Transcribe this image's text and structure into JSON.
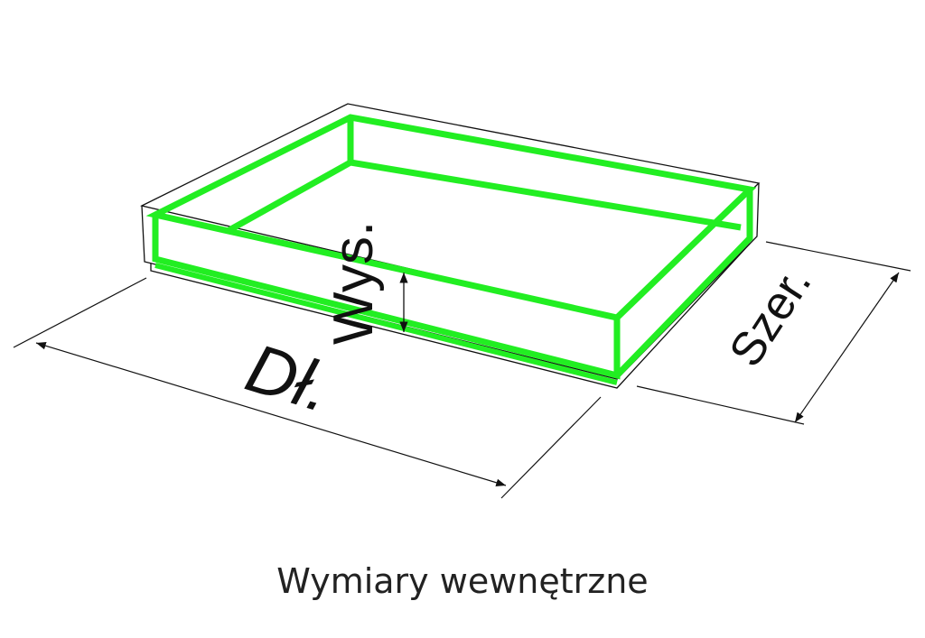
{
  "labels": {
    "length": "Dł.",
    "width": "Szer.",
    "height": "Wys."
  },
  "caption": "Wymiary wewnętrzne",
  "colors": {
    "inner_outline": "#22ee22",
    "outer_outline": "#111111",
    "text": "#222222"
  }
}
